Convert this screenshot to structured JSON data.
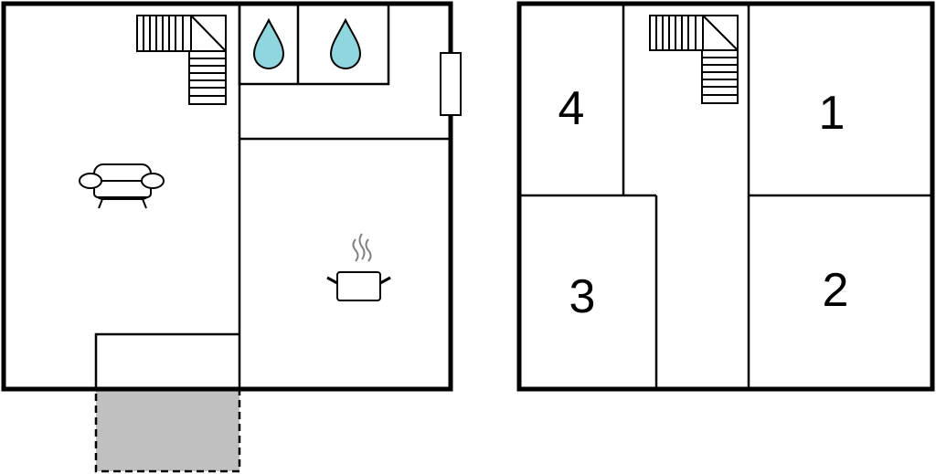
{
  "floor_plan": {
    "rooms": [
      {
        "number": "1"
      },
      {
        "number": "2"
      },
      {
        "number": "3"
      },
      {
        "number": "4"
      }
    ]
  },
  "colors": {
    "wall": "#000000",
    "water_drop": "#8fd6df",
    "terrace": "#c0c0c0",
    "steam": "#808080",
    "background": "#ffffff"
  },
  "icons": [
    "staircase-icon",
    "water-drop-icon",
    "sofa-icon",
    "cooking-pot-icon"
  ]
}
